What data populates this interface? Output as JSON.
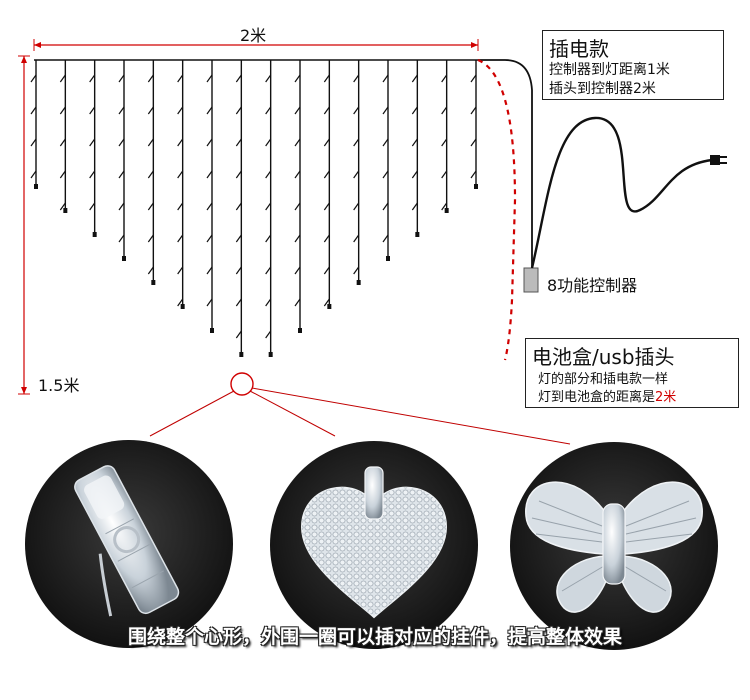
{
  "dimensions": {
    "width_label": "2米",
    "height_label": "1.5米"
  },
  "plug_model": {
    "title": "插电款",
    "lines": [
      "控制器到灯距离1米",
      "插头到控制器2米"
    ]
  },
  "controller_label": "8功能控制器",
  "battery_model": {
    "title": "电池盒/usb插头",
    "line1": "灯的部分和插电款一样",
    "line2_prefix": "灯到电池盒的距离是",
    "line2_highlight": "2米"
  },
  "caption": "围绕整个心形，外围一圈可以插对应的挂件，提高整体效果",
  "colors": {
    "wire": "#111111",
    "highlight": "#d00000",
    "dimension": "#d00000",
    "photo_bg": "#1a1a1a"
  },
  "icons": [
    "dimension-arrow",
    "plug-icon",
    "controller-box-icon",
    "clip-pendant",
    "heart-pendant",
    "butterfly-pendant"
  ]
}
